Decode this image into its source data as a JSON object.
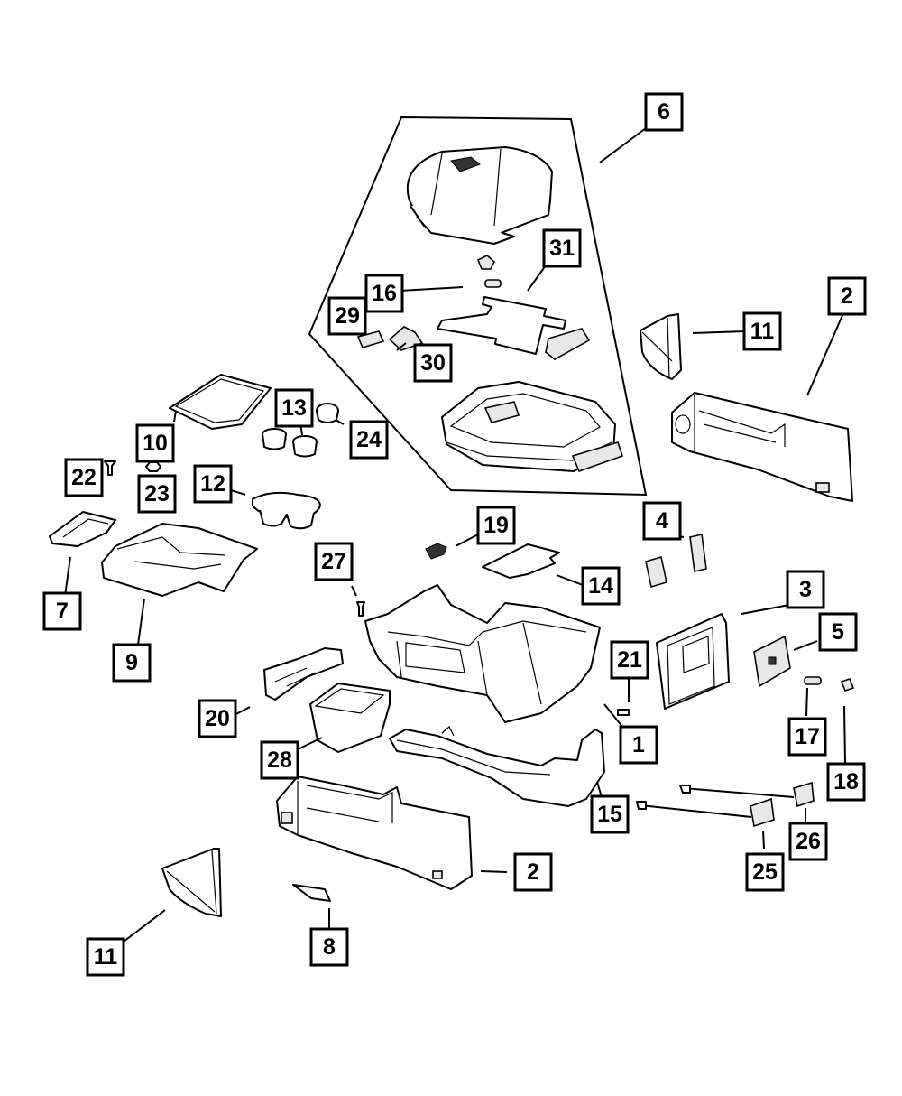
{
  "diagram": {
    "title": "Center Console Exploded Parts Diagram",
    "callouts": [
      {
        "id": "6",
        "label": "6"
      },
      {
        "id": "31",
        "label": "31"
      },
      {
        "id": "16",
        "label": "16"
      },
      {
        "id": "29",
        "label": "29"
      },
      {
        "id": "30",
        "label": "30"
      },
      {
        "id": "11a",
        "label": "11"
      },
      {
        "id": "2a",
        "label": "2"
      },
      {
        "id": "13",
        "label": "13"
      },
      {
        "id": "24",
        "label": "24"
      },
      {
        "id": "10",
        "label": "10"
      },
      {
        "id": "22",
        "label": "22"
      },
      {
        "id": "23",
        "label": "23"
      },
      {
        "id": "12",
        "label": "12"
      },
      {
        "id": "7",
        "label": "7"
      },
      {
        "id": "9",
        "label": "9"
      },
      {
        "id": "19",
        "label": "19"
      },
      {
        "id": "27",
        "label": "27"
      },
      {
        "id": "14",
        "label": "14"
      },
      {
        "id": "4",
        "label": "4"
      },
      {
        "id": "3",
        "label": "3"
      },
      {
        "id": "5",
        "label": "5"
      },
      {
        "id": "21",
        "label": "21"
      },
      {
        "id": "1",
        "label": "1"
      },
      {
        "id": "20",
        "label": "20"
      },
      {
        "id": "17",
        "label": "17"
      },
      {
        "id": "18",
        "label": "18"
      },
      {
        "id": "28",
        "label": "28"
      },
      {
        "id": "15",
        "label": "15"
      },
      {
        "id": "26",
        "label": "26"
      },
      {
        "id": "25",
        "label": "25"
      },
      {
        "id": "2b",
        "label": "2"
      },
      {
        "id": "11b",
        "label": "11"
      },
      {
        "id": "8",
        "label": "8"
      }
    ],
    "parts": {
      "armrest_lid": "armrest-lid",
      "armrest_bin": "armrest-storage-bin",
      "rear_bezel": "rear-bezel",
      "side_panel": "side-trim-panel",
      "end_cap": "end-cap",
      "cupholder_bezel": "cupholder-bezel",
      "cupholder_insert": "cupholder-insert",
      "front_tray": "front-tray",
      "shifter_bezel": "shifter-bezel",
      "console_base": "console-base",
      "duct": "air-duct",
      "storage_bin": "storage-bin",
      "bracket": "bracket",
      "usb_harness": "usb-harness",
      "mat": "bin-mat"
    }
  }
}
